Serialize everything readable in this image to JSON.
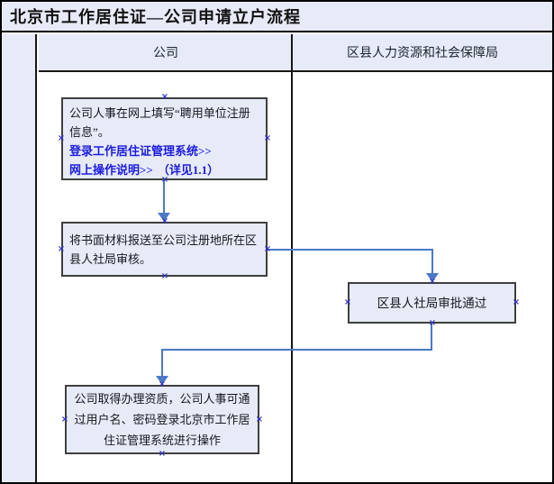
{
  "title": "北京市工作居住证—公司申请立户流程",
  "lanes": {
    "company": {
      "label": "公司"
    },
    "bureau": {
      "label": "区县人力资源和社会保障局"
    }
  },
  "steps": {
    "step1": {
      "text": "公司人事在网上填写“聘用单位注册信息”。",
      "link_system": "登录工作居住证管理系统>>",
      "link_guide": "网上操作说明>>",
      "note": "（详见1.1）"
    },
    "step2": {
      "text": "将书面材料报送至公司注册地所在区县人社局审核。"
    },
    "step3": {
      "text": "区县人社局审批通过"
    },
    "step4": {
      "text": "公司取得办理资质，公司人事可通过用户名、密码登录北京市工作居住证管理系统进行操作"
    }
  },
  "icons": {
    "connection_handle": "×"
  },
  "colors": {
    "panel_fill": "#e7ebf7",
    "node_border": "#3f3f3f",
    "connector_blue": "#4b79c8",
    "link_blue": "#1c1ce0",
    "handle_blue": "#3232c8"
  }
}
